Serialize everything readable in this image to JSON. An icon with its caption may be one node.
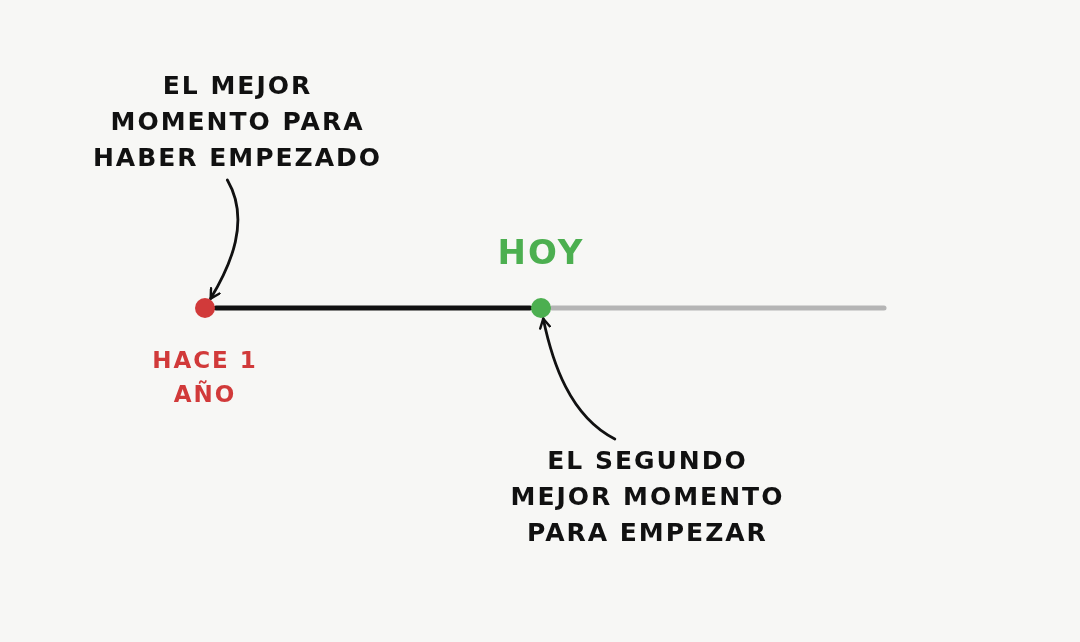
{
  "diagram": {
    "nodes": [
      {
        "text": [
          "EL MEJOR MOMENTO PARA HABER EMPEZADO"
        ]
      },
      {
        "text": [],
        "shape": "circle",
        "beside": [
          "HACE 1 AÑO"
        ]
      },
      {
        "text": [],
        "shape": "circle",
        "beside": [
          "HOY"
        ]
      },
      {
        "text": [
          "EL SEGUNDO MEJOR MOMENTO PARA EMPEZAR"
        ]
      }
    ],
    "edges": [
      {
        "from": 0,
        "to": 1,
        "arrow": "to"
      },
      {
        "from": 3,
        "to": 2,
        "arrow": "to"
      },
      {
        "from": 1,
        "to": 2,
        "arrow": "none"
      },
      {
        "from": 2,
        "to": null,
        "arrow": "none",
        "color": "#b5b5b5"
      }
    ]
  }
}
